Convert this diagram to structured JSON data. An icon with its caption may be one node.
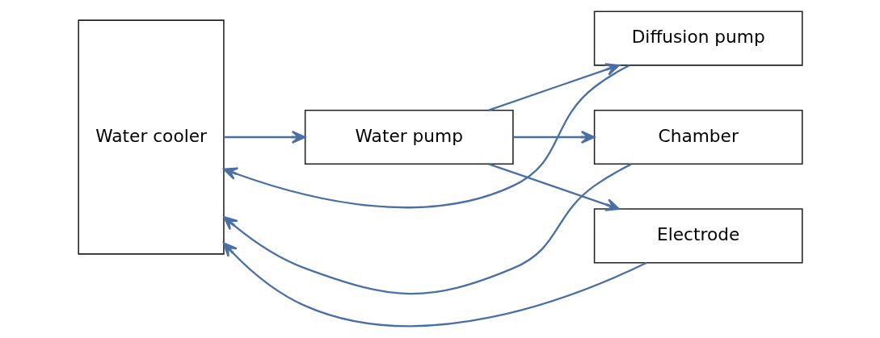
{
  "diagram": {
    "nodes": [
      {
        "text": [
          "Water cooler"
        ]
      },
      {
        "text": [
          "Water pump"
        ]
      },
      {
        "text": [
          "Diffusion pump"
        ]
      },
      {
        "text": [
          "Chamber"
        ]
      },
      {
        "text": [
          "Electrode"
        ]
      }
    ],
    "edges": [
      {
        "from": 0,
        "to": 1,
        "arrow": "to"
      },
      {
        "from": 1,
        "to": 2,
        "arrow": "to"
      },
      {
        "from": 1,
        "to": 3,
        "arrow": "to"
      },
      {
        "from": 1,
        "to": 4,
        "arrow": "to"
      },
      {
        "from": 2,
        "to": 0,
        "arrow": "to"
      },
      {
        "from": 3,
        "to": 0,
        "arrow": "to"
      },
      {
        "from": 4,
        "to": 0,
        "arrow": "to"
      }
    ]
  }
}
